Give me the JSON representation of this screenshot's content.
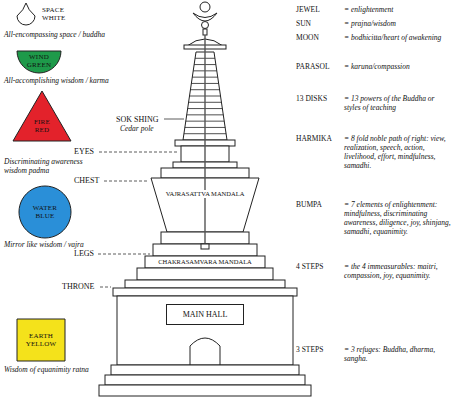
{
  "diagram": {
    "nodes": [
      {
        "text": [
          "SPACE WHITE",
          "All-encompassing space / buddha"
        ]
      },
      {
        "text": [
          "WIND GREEN",
          "All-accomplishing wisdom / karma"
        ]
      },
      {
        "text": [
          "FIRE RED",
          "Discriminating awareness wisdom padma"
        ]
      },
      {
        "text": [
          "WATER BLUE",
          "Mirror like wisdom / vajra"
        ]
      },
      {
        "text": [
          "EARTH YELLOW",
          "Wisdom of equanimity ratna"
        ]
      },
      {
        "text": [
          "MAIN HALL"
        ]
      }
    ],
    "labels": [
      "EYES",
      "CHEST",
      "LEGS",
      "THRONE",
      "SOK SHING",
      "Cedar pole",
      "VAJRASATTVA MANDALA",
      "CHAKRASAMVARA MANDALA",
      "JEWEL",
      "= enlightenment",
      "SUN",
      "= prajna/wisdom",
      "MOON",
      "= bodhicitta/heart of awakening",
      "PARASOL",
      "= karuna/compassion",
      "13 DISKS",
      "= 13 powers of the Buddha or styles of teaching",
      "HARMIKA",
      "= 8 fold noble path of right: view, realization, speech, action, livelihood, effort, mindfulness, samadhi.",
      "BUMPA",
      "= 7 elements of enlightenment: mindfulness, discriminating awareness, diligence, joy, shinjang, samadhi, equanimity.",
      "4 STEPS",
      "= the 4 immeasurables: maitri, compassion, joy, equanimity.",
      "3 STEPS",
      "= 3 refuges: Buddha, dharma, sangha."
    ]
  }
}
